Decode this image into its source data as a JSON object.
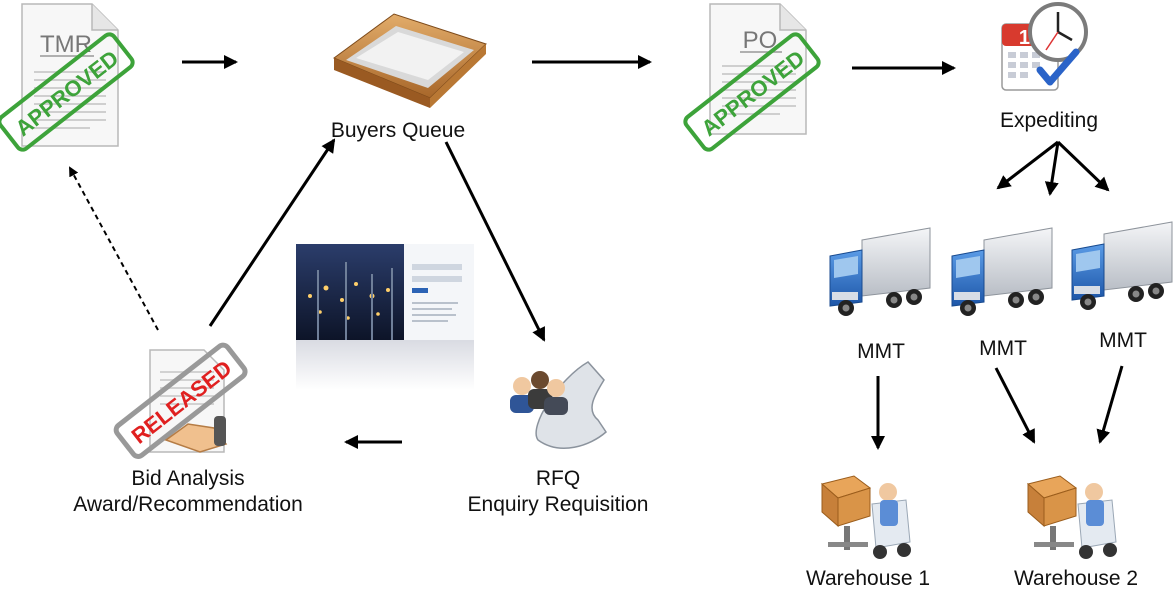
{
  "documents": {
    "tmr": {
      "title": "TMR",
      "stamp": "APPROVED"
    },
    "po": {
      "title": "PO",
      "stamp": "APPROVED"
    },
    "bid": {
      "stamp": "RELEASED"
    }
  },
  "calendar": {
    "day": "12"
  },
  "labels": {
    "buyers_queue": "Buyers Queue",
    "expediting": "Expediting",
    "mmt_1": "MMT",
    "mmt_2": "MMT",
    "mmt_3": "MMT",
    "warehouse_1": "Warehouse 1",
    "warehouse_2": "Warehouse 2",
    "rfq_line1": "RFQ",
    "rfq_line2": "Enquiry Requisition",
    "bid_line1": "Bid Analysis",
    "bid_line2": "Award/Recommendation"
  },
  "colors": {
    "stamp_green": "#3da33a",
    "stamp_red": "#e02020",
    "truck_blue": "#2f73c9",
    "tray_wood": "#c98a44",
    "arrow": "#000000"
  }
}
